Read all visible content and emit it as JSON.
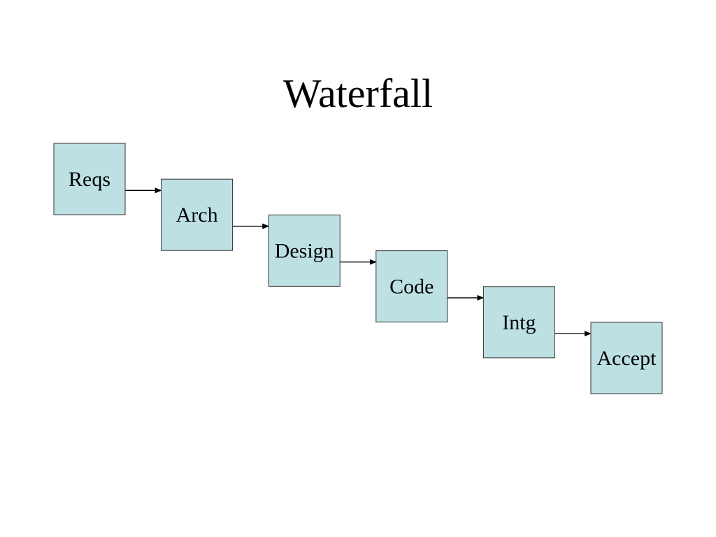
{
  "title": "Waterfall",
  "colors": {
    "box_fill": "#bde0e3",
    "box_stroke": "#333333",
    "arrow": "#000000"
  },
  "stages": [
    {
      "label": "Reqs"
    },
    {
      "label": "Arch"
    },
    {
      "label": "Design"
    },
    {
      "label": "Code"
    },
    {
      "label": "Intg"
    },
    {
      "label": "Accept"
    }
  ]
}
